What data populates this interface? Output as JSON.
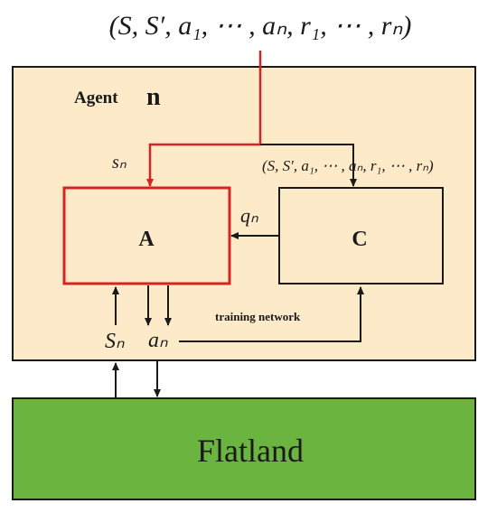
{
  "top_label": "(S, S′, a₁, ⋯ , aₙ, r₁, ⋯ , rₙ)",
  "agent": {
    "title_word": "Agent",
    "title_index": "n"
  },
  "inputs": {
    "s_n_top": "sₙ",
    "state_tuple": "(S, S′, a₁, ⋯ , aₙ, r₁, ⋯ , rₙ)",
    "q_n": "qₙ"
  },
  "actor": {
    "label": "A"
  },
  "critic": {
    "label": "C"
  },
  "training_label": "training network",
  "bottom": {
    "s_n": "Sₙ",
    "a_n": "aₙ"
  },
  "environment": {
    "label": "Flatland"
  },
  "colors": {
    "agent_bg": "#fdeac8",
    "env_bg": "#6bb43f",
    "red": "#d42424",
    "black": "#1a1a1a"
  }
}
